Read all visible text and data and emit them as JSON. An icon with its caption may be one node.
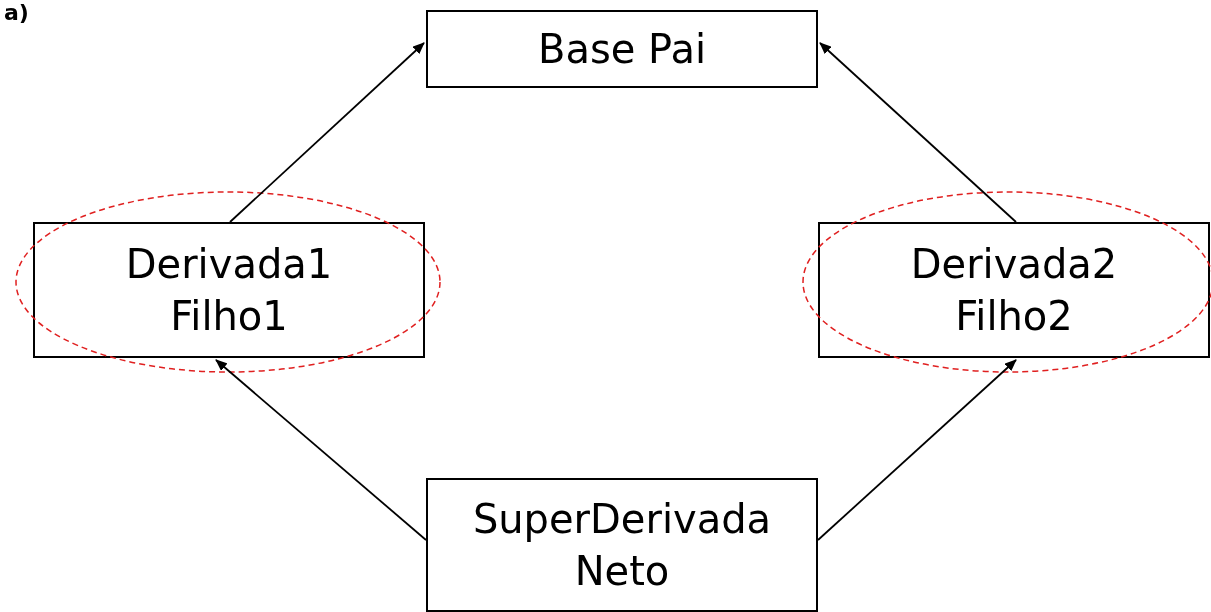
{
  "diagram": {
    "nodes": [
      {
        "text": [
          "Base Pai"
        ]
      },
      {
        "text": [
          "Derivada1",
          "Filho1"
        ]
      },
      {
        "text": [
          "Derivada2",
          "Filho2"
        ]
      },
      {
        "text": [
          "SuperDerivada",
          "Neto"
        ]
      }
    ],
    "edges": [
      {
        "from": 1,
        "to": 0,
        "arrow": "to"
      },
      {
        "from": 2,
        "to": 0,
        "arrow": "to"
      },
      {
        "from": 3,
        "to": 1,
        "arrow": "to"
      },
      {
        "from": 3,
        "to": 2,
        "arrow": "to"
      }
    ],
    "labels": [
      "a)"
    ]
  }
}
